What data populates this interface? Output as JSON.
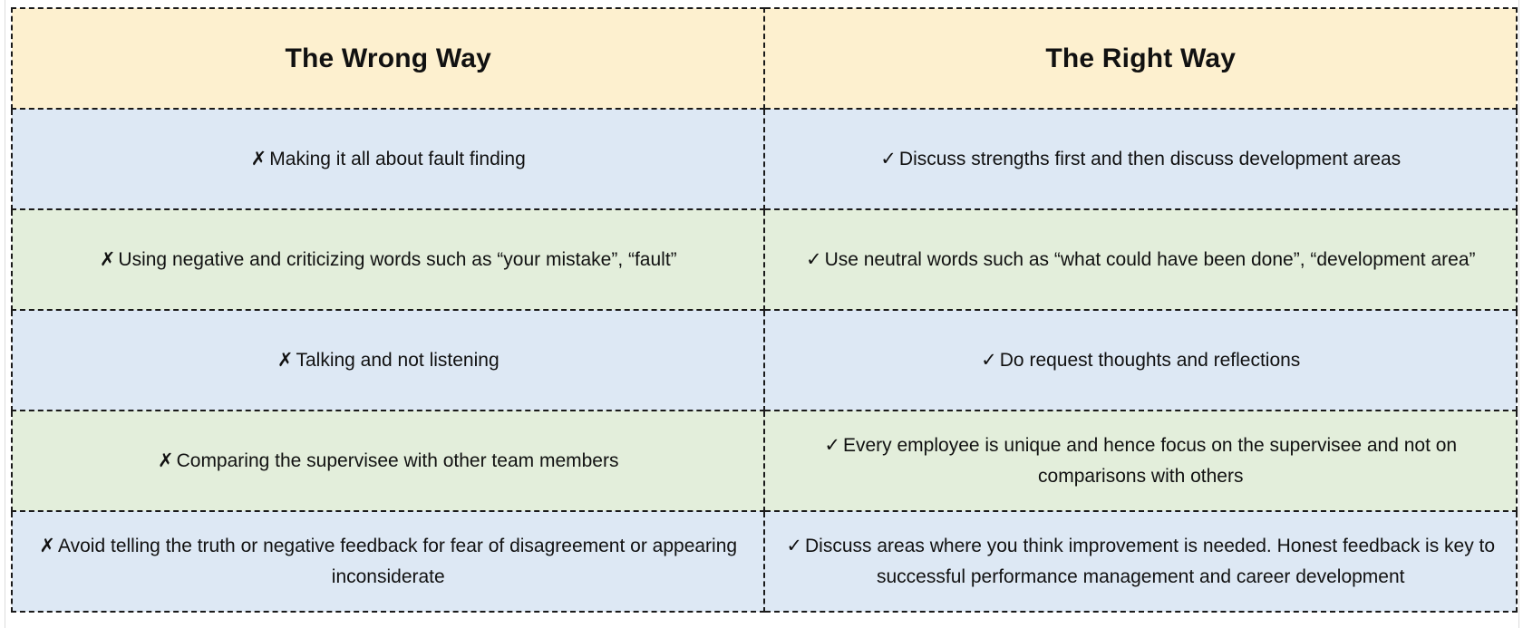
{
  "header": {
    "wrong_title": "The Wrong Way",
    "right_title": "The Right Way"
  },
  "rows": [
    {
      "wrong_mark": "✗",
      "wrong": "Making it all about fault finding",
      "right_mark": "✓",
      "right": "Discuss strengths first and then discuss development areas"
    },
    {
      "wrong_mark": "✗",
      "wrong": "Using negative and criticizing words such as “your mistake”, “fault”",
      "right_mark": "✓",
      "right": "Use neutral words such as “what could have been done”, “development area”"
    },
    {
      "wrong_mark": "✗",
      "wrong": "Talking and not listening",
      "right_mark": "✓",
      "right": "Do request thoughts and reflections"
    },
    {
      "wrong_mark": "✗",
      "wrong": "Comparing the supervisee with other team members",
      "right_mark": "✓",
      "right": "Every employee is unique and hence focus on the supervisee and not on comparisons with others"
    },
    {
      "wrong_mark": "✗",
      "wrong": "Avoid telling the truth or negative feedback for fear of disagreement or appearing inconsiderate",
      "right_mark": "✓",
      "right": "Discuss areas where you think improvement is needed. Honest feedback is key to successful performance management and career development"
    }
  ],
  "colors": {
    "header_bg": "#fdf0cf",
    "row_blue": "#dde8f4",
    "row_green": "#e3eedb",
    "border": "#1a1a1a"
  }
}
